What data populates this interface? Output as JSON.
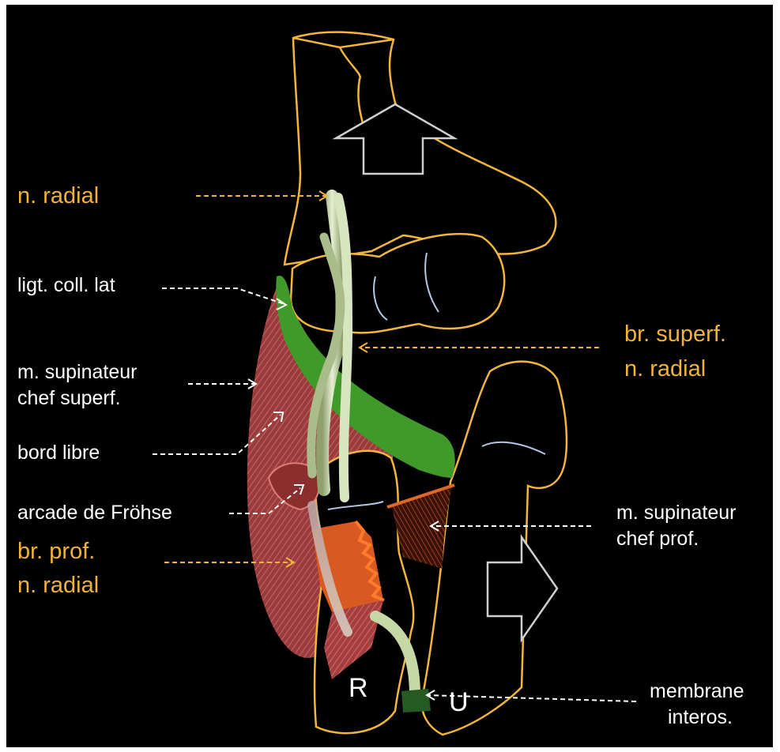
{
  "labels": {
    "n_radial": "n. radial",
    "ligt_coll_lat": "ligt. coll. lat",
    "m_supinateur_superf_line1": "m. supinateur",
    "m_supinateur_superf_line2": "chef superf.",
    "bord_libre": "bord libre",
    "arcade_frohse": "arcade de Fröhse",
    "br_prof_line1": "br. prof.",
    "br_prof_line2": "n. radial",
    "br_superf_line1": "br. superf.",
    "br_superf_line2": "n. radial",
    "m_supinateur_prof_line1": "m. supinateur",
    "m_supinateur_prof_line2": "chef prof.",
    "membrane_line1": "membrane",
    "membrane_line2": "interos."
  },
  "bone_letters": {
    "radius": "R",
    "ulna": "U"
  },
  "colors": {
    "background": "#000000",
    "bone_outline": "#f2b63c",
    "orange_text": "#f0b23a",
    "white_text": "#ffffff",
    "ligament_green": "#3f9a2a",
    "nerve": "#cfe0b0",
    "supinator_superficial": "#c85a5a",
    "supinator_deep": "#e0662a"
  }
}
